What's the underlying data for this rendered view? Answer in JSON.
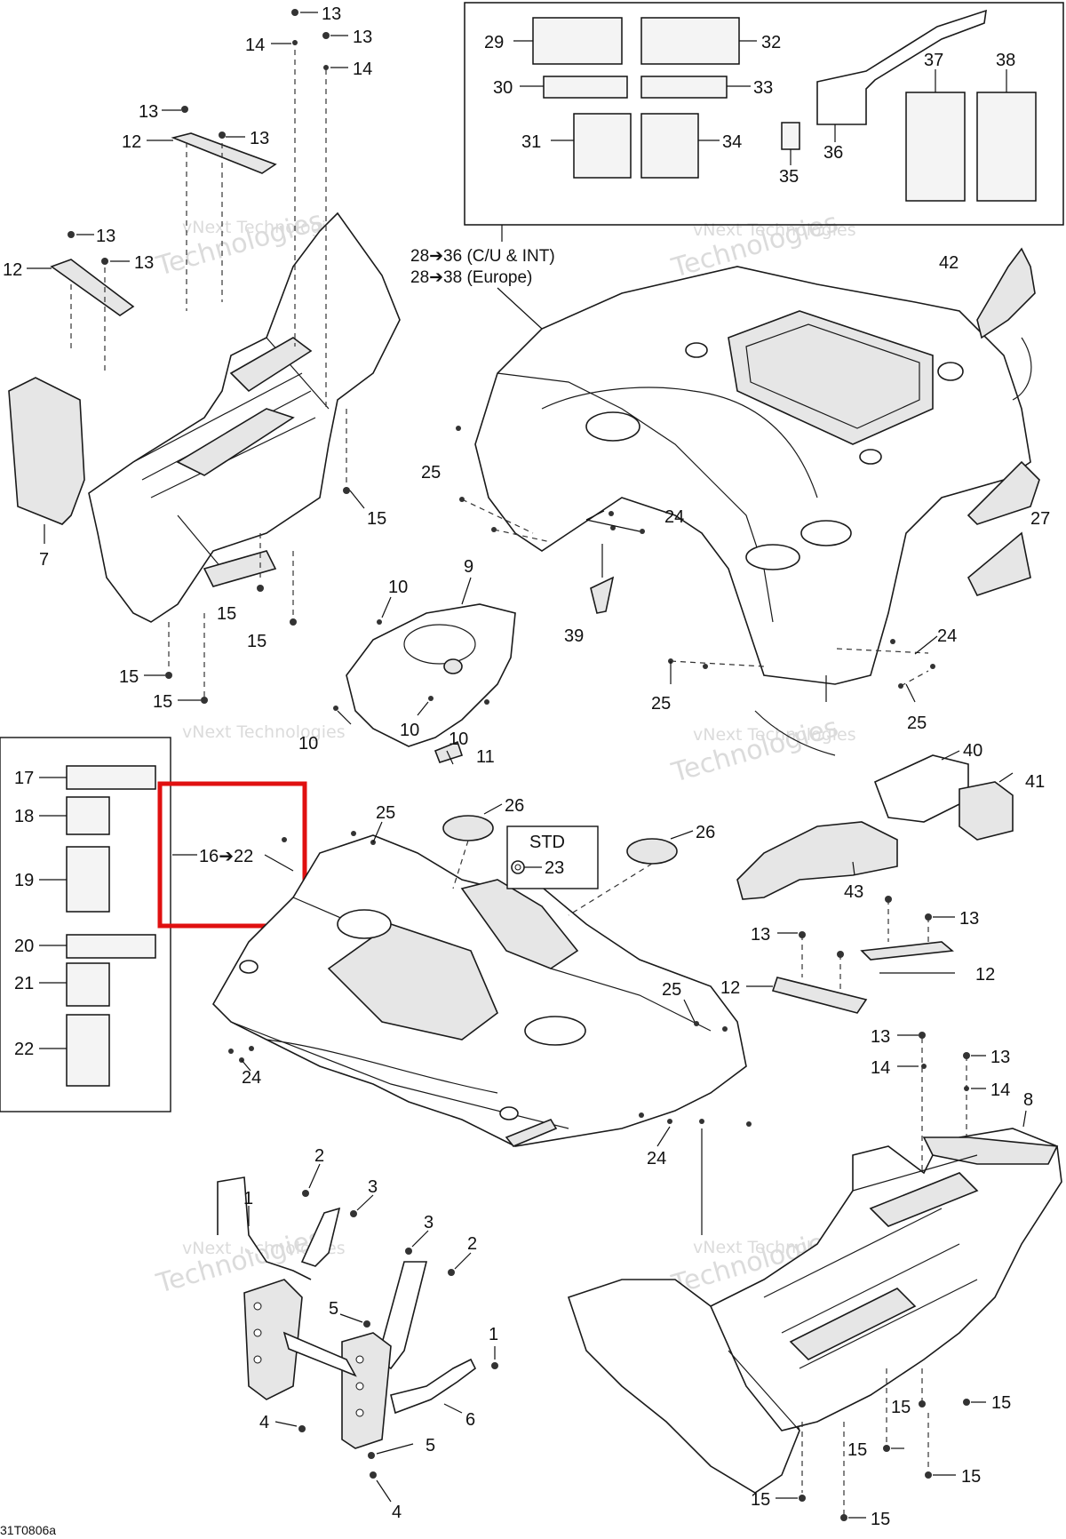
{
  "watermark": {
    "line1": "vNext Technologies",
    "line2": "vNext",
    "line3": "Technologies"
  },
  "callouts": {
    "n1": "1",
    "n2": "2",
    "n3": "3",
    "n4": "4",
    "n5": "5",
    "n6": "6",
    "n7": "7",
    "n8": "8",
    "n9": "9",
    "n10": "10",
    "n11": "11",
    "n12": "12",
    "n13": "13",
    "n14": "14",
    "n15": "15",
    "n16_22": "16➔22",
    "n17": "17",
    "n18": "18",
    "n19": "19",
    "n20": "20",
    "n21": "21",
    "n22": "22",
    "n23": "23",
    "n24": "24",
    "n25": "25",
    "n26": "26",
    "n27": "27",
    "n29": "29",
    "n30": "30",
    "n31": "31",
    "n32": "32",
    "n33": "33",
    "n34": "34",
    "n35": "35",
    "n36": "36",
    "n37": "37",
    "n38": "38",
    "n39": "39",
    "n40": "40",
    "n41": "41",
    "n42": "42",
    "n43": "43"
  },
  "notes": {
    "range_cu_int": "28➔36 (C/U & INT)",
    "range_europe": "28➔38 (Europe)",
    "std": "STD"
  },
  "diagram_code": "31T0806a",
  "highlight_color": "#e01010"
}
